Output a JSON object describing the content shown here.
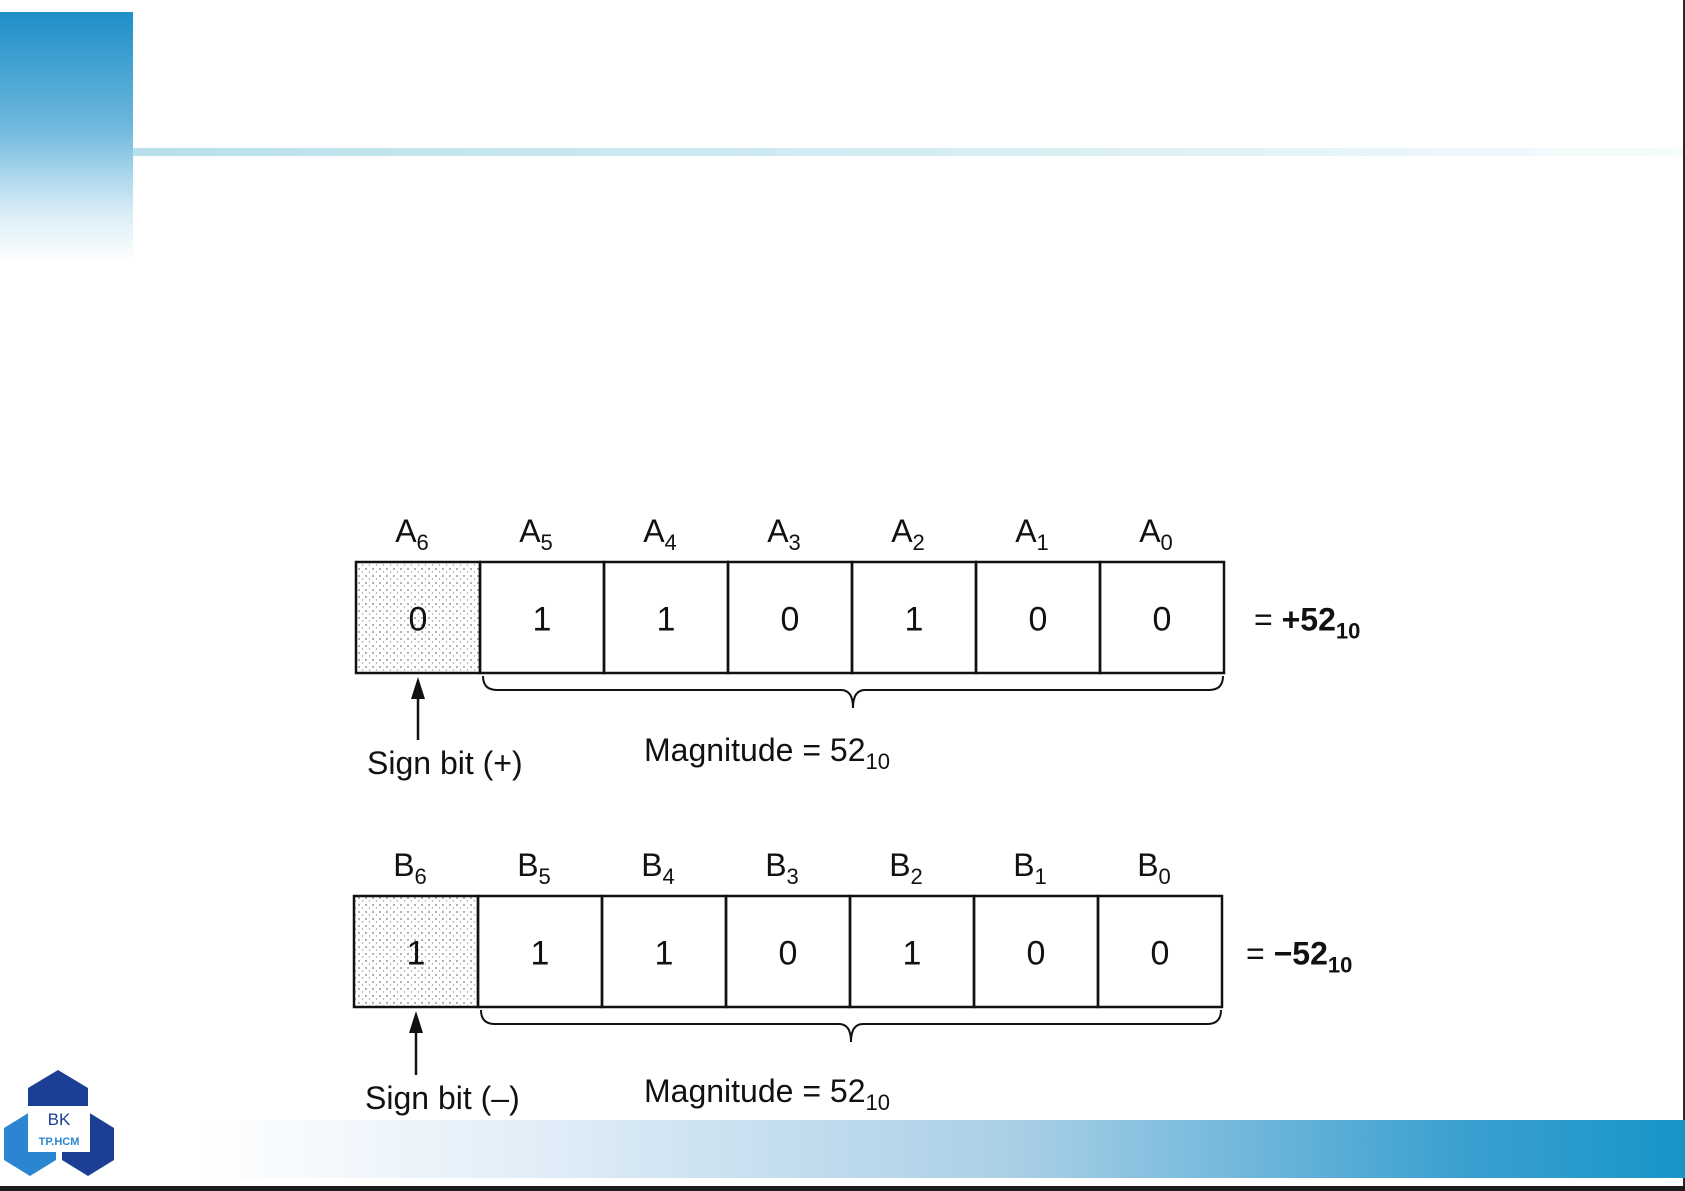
{
  "diagram": {
    "rows": [
      {
        "id": "A",
        "bit_labels": [
          {
            "letter": "A",
            "sub": "6"
          },
          {
            "letter": "A",
            "sub": "5"
          },
          {
            "letter": "A",
            "sub": "4"
          },
          {
            "letter": "A",
            "sub": "3"
          },
          {
            "letter": "A",
            "sub": "2"
          },
          {
            "letter": "A",
            "sub": "1"
          },
          {
            "letter": "A",
            "sub": "0"
          }
        ],
        "bits": [
          "0",
          "1",
          "1",
          "0",
          "1",
          "0",
          "0"
        ],
        "result": {
          "prefix": "= ",
          "value": "+52",
          "sub": "10"
        },
        "sign_label": "Sign bit (+)",
        "magnitude": {
          "text": "Magnitude = 52",
          "sub": "10"
        }
      },
      {
        "id": "B",
        "bit_labels": [
          {
            "letter": "B",
            "sub": "6"
          },
          {
            "letter": "B",
            "sub": "5"
          },
          {
            "letter": "B",
            "sub": "4"
          },
          {
            "letter": "B",
            "sub": "3"
          },
          {
            "letter": "B",
            "sub": "2"
          },
          {
            "letter": "B",
            "sub": "1"
          },
          {
            "letter": "B",
            "sub": "0"
          }
        ],
        "bits": [
          "1",
          "1",
          "1",
          "0",
          "1",
          "0",
          "0"
        ],
        "result": {
          "prefix": "= ",
          "value": "−52",
          "sub": "10"
        },
        "sign_label": "Sign bit (–)",
        "magnitude": {
          "text": "Magnitude = 52",
          "sub": "10"
        }
      }
    ]
  },
  "logo": {
    "line1": "BK",
    "line2": "TP.HCM"
  },
  "colors": {
    "accent": "#1e8fc7",
    "band_end": "#1895c8",
    "logo_dark": "#1b3f95",
    "logo_light": "#2a86d0",
    "text": "#111111"
  }
}
